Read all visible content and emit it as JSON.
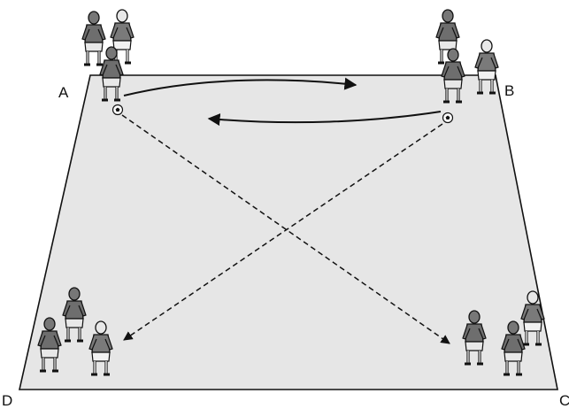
{
  "corner_labels": {
    "a": "A",
    "b": "B",
    "c": "C",
    "d": "D"
  },
  "colors": {
    "pitch_fill": "#e6e6e6",
    "pitch_line": "#111111",
    "player_dark": "#6e6e6e",
    "player_light": "#e4e4e4",
    "skin_outline": "#111111"
  },
  "icons": [
    "football-icon",
    "player-figure-icon"
  ]
}
